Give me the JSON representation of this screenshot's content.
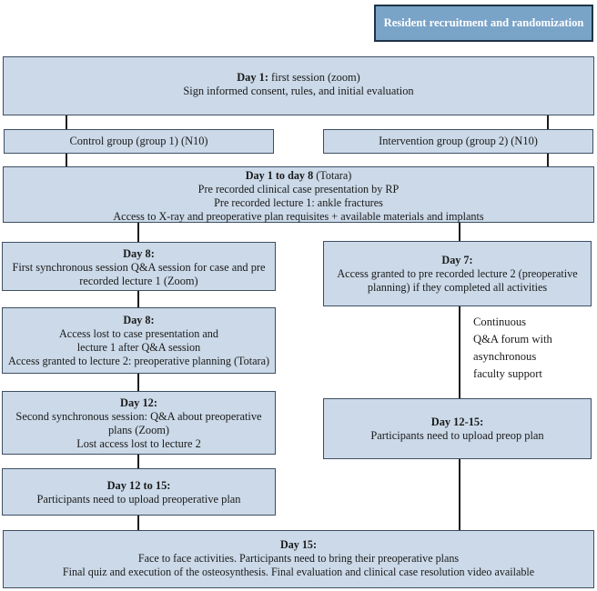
{
  "colors": {
    "box_fill": "#cbd9e8",
    "box_border": "#3e4f61",
    "title_fill": "#7aa3c8",
    "title_border": "#1f3347",
    "title_text": "#ffffff",
    "connector": "#1a1a1a",
    "text": "#1a1a1a"
  },
  "flowchart": {
    "title_box": {
      "label": "Resident recruitment and randomization"
    },
    "day1": {
      "heading": "Day 1:",
      "heading_rest": " first session (zoom)",
      "lines": [
        "Sign informed consent, rules, and initial evaluation"
      ]
    },
    "control_group": {
      "label": "Control group (group 1) (N10)"
    },
    "intervention_group": {
      "label": "Intervention group (group 2) (N10)"
    },
    "totara": {
      "heading": "Day 1 to day 8",
      "heading_rest": " (Totara)",
      "lines": [
        "Pre recorded clinical case presentation by RP",
        "Pre recorded lecture 1: ankle fractures",
        "Access to X-ray and preoperative plan requisites + available materials and implants"
      ]
    },
    "left_day8_qa": {
      "heading": "Day 8:",
      "lines": [
        "First synchronous session Q&A session for case and pre recorded lecture 1 (Zoom)"
      ]
    },
    "left_day8_access": {
      "heading": "Day 8:",
      "lines": [
        "Access lost to case presentation and",
        "lecture 1 after Q&A session",
        "Access granted to lecture 2: preoperative planning (Totara)"
      ]
    },
    "left_day12": {
      "heading": "Day 12:",
      "lines": [
        "Second synchronous session: Q&A about preoperative plans (Zoom)",
        "Lost access lost to lecture 2"
      ]
    },
    "left_day12_15": {
      "heading": "Day 12 to 15:",
      "lines": [
        "Participants need to upload preoperative plan"
      ]
    },
    "right_day7": {
      "heading": "Day 7:",
      "lines": [
        "Access granted to pre recorded lecture 2 (preoperative planning) if they completed all activities"
      ]
    },
    "forum_note": {
      "lines": [
        "Continuous",
        "Q&A forum with",
        "asynchronous",
        "faculty support"
      ]
    },
    "right_day12_15": {
      "heading": "Day 12-15:",
      "lines": [
        "Participants need to upload preop plan"
      ]
    },
    "day15": {
      "heading": "Day 15:",
      "lines": [
        "Face to face activities. Participants need to bring their preoperative plans",
        "Final quiz and execution of the osteosynthesis. Final evaluation and clinical case resolution video available"
      ]
    }
  }
}
